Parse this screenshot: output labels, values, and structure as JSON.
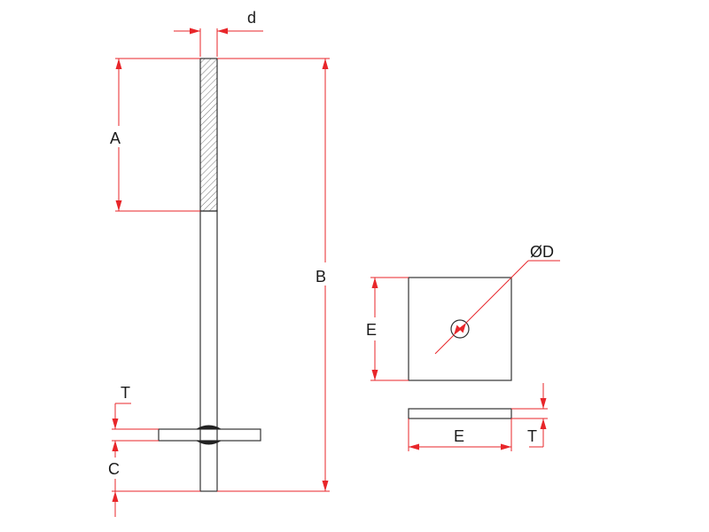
{
  "colors": {
    "dimension": "#e8262a",
    "outline": "#333333",
    "text": "#1a1a1a",
    "background": "#ffffff"
  },
  "labels": {
    "rod_diameter": "d",
    "thread_length": "A",
    "total_length": "B",
    "plate_thickness_side": "T",
    "plate_offset": "C",
    "plate_width_vertical": "E",
    "hole_diameter": "ØD",
    "plate_width_horizontal": "E",
    "plate_thickness_detail": "T"
  }
}
